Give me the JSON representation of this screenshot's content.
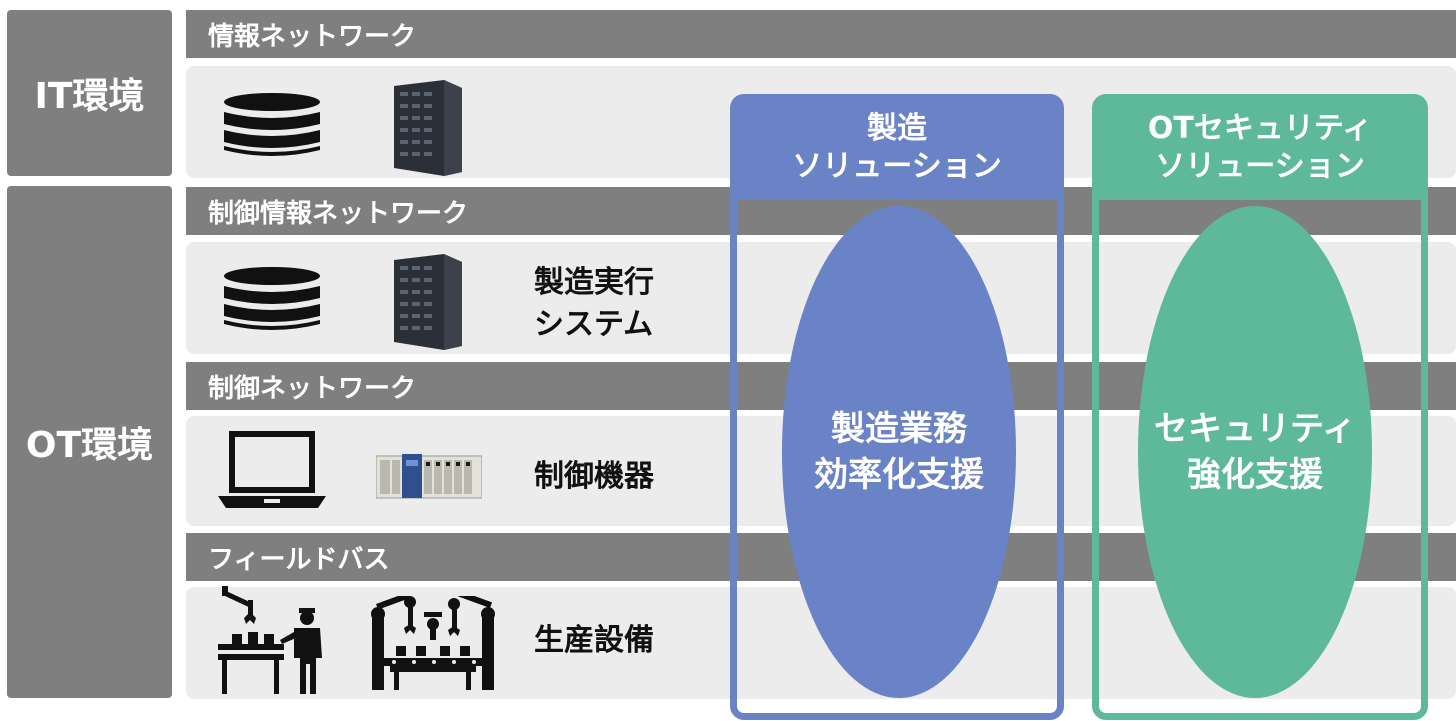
{
  "environments": {
    "it": {
      "label": "IT環境"
    },
    "ot": {
      "label": "OT環境"
    }
  },
  "networks": {
    "info": "情報ネットワーク",
    "control_info": "制御情報ネットワーク",
    "control": "制御ネットワーク",
    "fieldbus": "フィールドバス"
  },
  "zones": {
    "mes": {
      "line1": "製造実行",
      "line2": "システム"
    },
    "control_devices": {
      "label": "制御機器"
    },
    "production": {
      "label": "生産設備"
    }
  },
  "solutions": {
    "manufacturing": {
      "title_line1": "製造",
      "title_line2": "ソリューション",
      "oval_line1": "製造業務",
      "oval_line2": "効率化支援",
      "color": "#6a82c6"
    },
    "security": {
      "title_line1": "OTセキュリティ",
      "title_line2": "ソリューション",
      "oval_line1": "セキュリティ",
      "oval_line2": "強化支援",
      "color": "#5db999"
    }
  },
  "icons": [
    "database-icon",
    "server-icon",
    "laptop-icon",
    "plc-icon",
    "factory-worker-icon",
    "robot-arms-icon"
  ]
}
